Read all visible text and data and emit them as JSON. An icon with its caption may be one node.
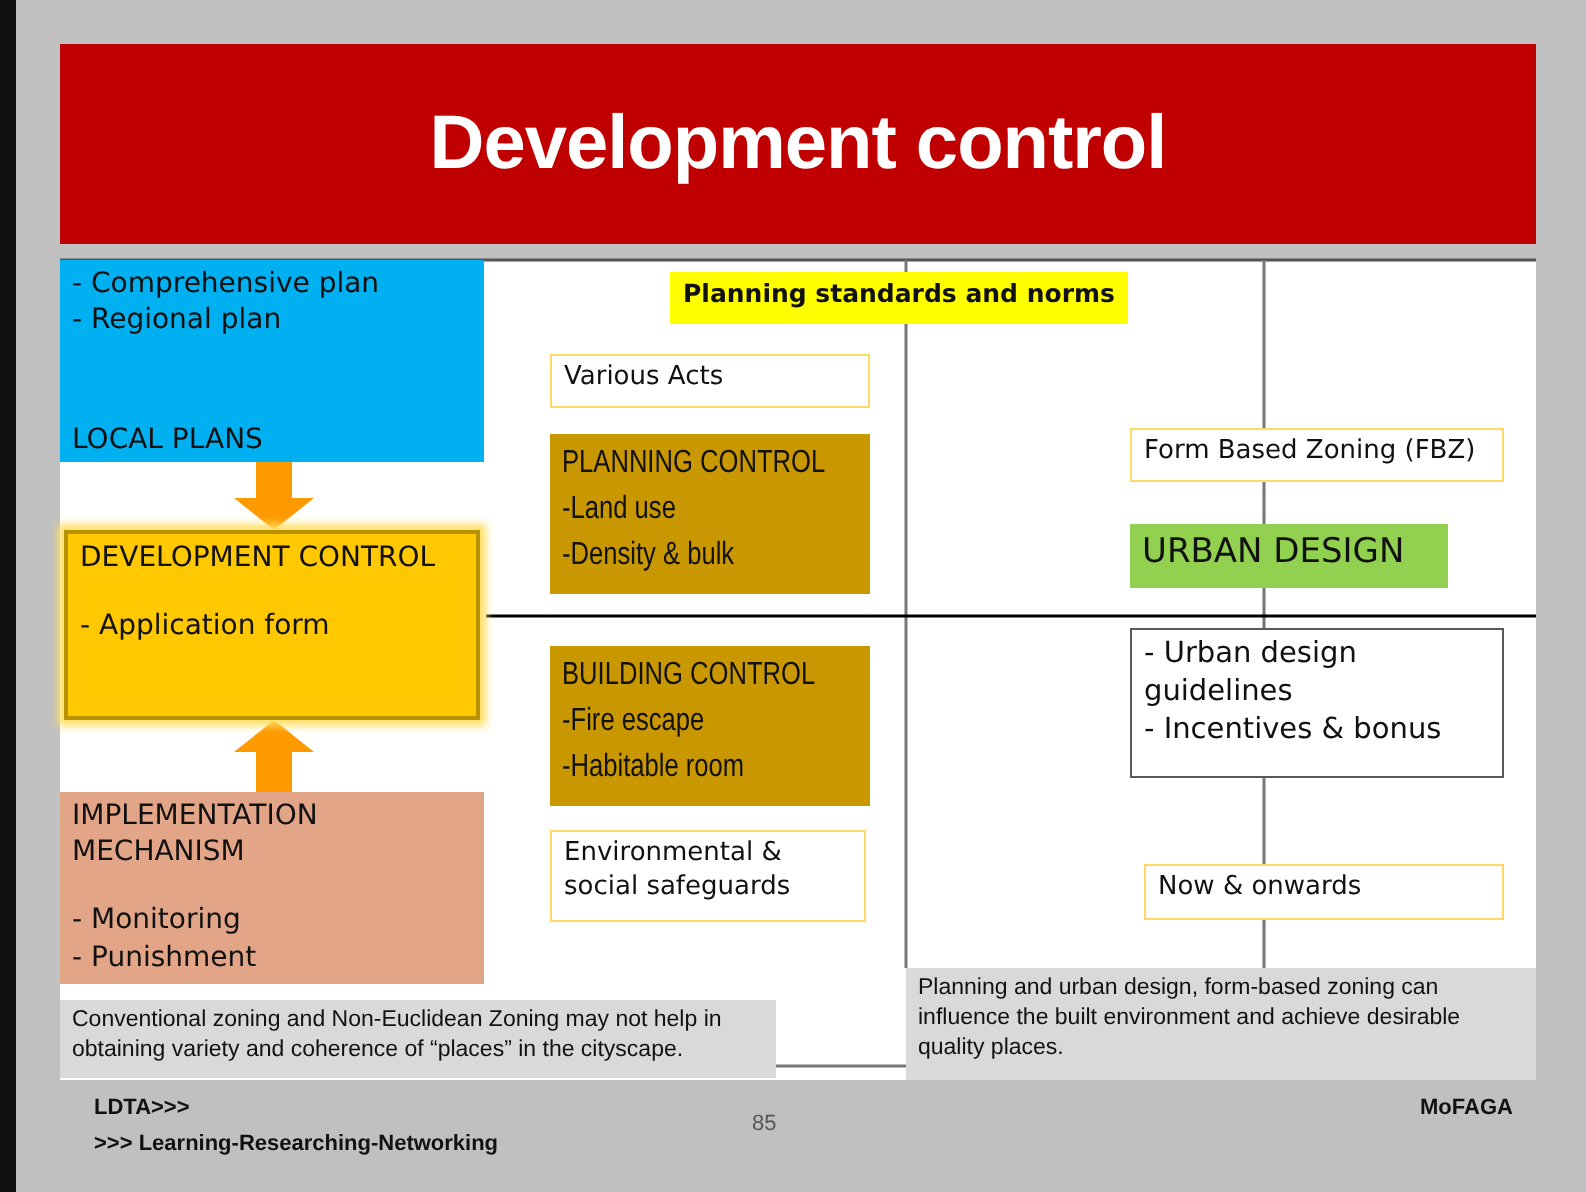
{
  "diagram": {
    "title": "Development control",
    "nodes": [
      {
        "text": [
          "- Comprehensive plan",
          "- Regional plan",
          "LOCAL PLANS"
        ]
      },
      {
        "text": [
          "DEVELOPMENT CONTROL",
          "- Application form"
        ]
      },
      {
        "text": [
          "IMPLEMENTATION MECHANISM",
          "- Monitoring",
          "- Punishment"
        ]
      },
      {
        "text": [
          "Planning standards and norms"
        ]
      },
      {
        "text": [
          "Various Acts"
        ]
      },
      {
        "text": [
          "PLANNING CONTROL",
          "-Land use",
          "-Density & bulk"
        ]
      },
      {
        "text": [
          "BUILDING CONTROL",
          "-Fire escape",
          "-Habitable room"
        ]
      },
      {
        "text": [
          "Environmental & social safeguards"
        ]
      },
      {
        "text": [
          "Form Based Zoning (FBZ)"
        ]
      },
      {
        "text": [
          "URBAN DESIGN"
        ]
      },
      {
        "text": [
          "- Urban design guidelines",
          "- Incentives & bonus"
        ]
      },
      {
        "text": [
          "Now & onwards"
        ]
      },
      {
        "text": [
          "Conventional zoning and Non-Euclidean Zoning may not help in obtaining variety and coherence of “places” in the cityscape."
        ]
      },
      {
        "text": [
          "Planning and urban design, form-based zoning can influence the built environment and achieve  desirable quality places."
        ]
      }
    ],
    "edges": [
      {
        "from": 0,
        "to": 1,
        "arrow": "to"
      },
      {
        "from": 2,
        "to": 1,
        "arrow": "to"
      },
      {
        "from": 12,
        "to": 13,
        "arrow": "none",
        "color": "#777777"
      }
    ],
    "labels": [
      "LDTA>>>",
      ">>> Learning-Researching-Networking",
      "85",
      "MoFAGA"
    ]
  }
}
